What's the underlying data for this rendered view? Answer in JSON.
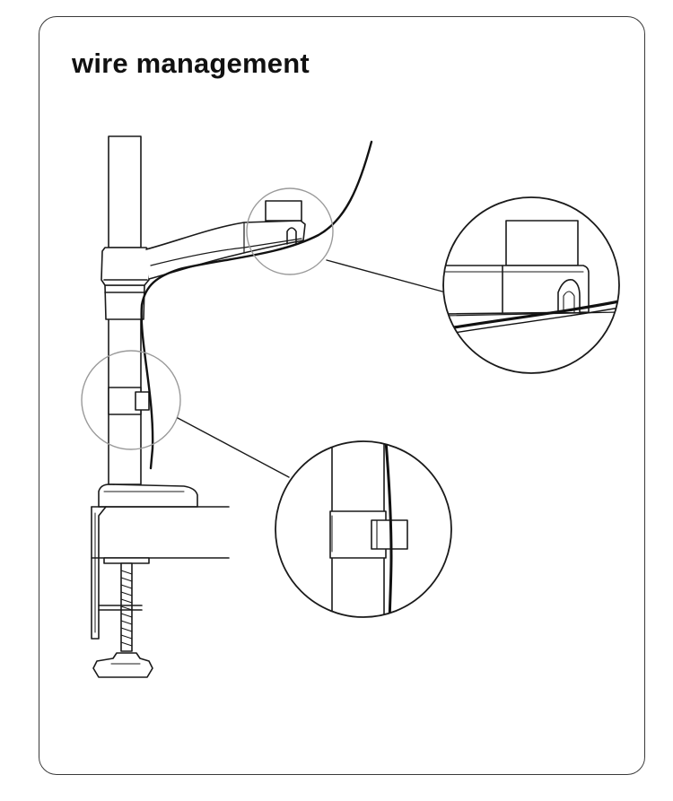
{
  "title": "wire management",
  "colors": {
    "line": "#1a1a1a",
    "callout_circle": "#9a9a9a",
    "cable": "#111111",
    "background": "#ffffff"
  },
  "figure": {
    "callouts": [
      {
        "id": "arm-cable-clip",
        "description_icon": "cable-clip-icon"
      },
      {
        "id": "pole-cable-clip",
        "description_icon": "cable-clip-icon"
      }
    ]
  }
}
